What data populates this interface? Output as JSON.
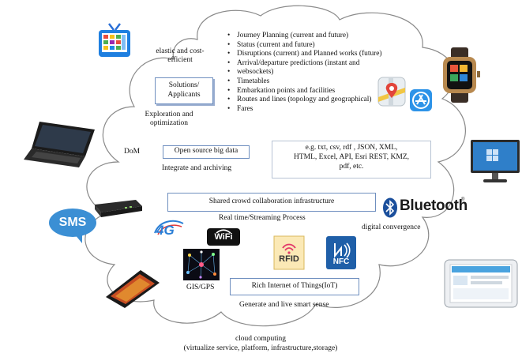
{
  "diagram": {
    "top": {
      "left_note": "elastic and cost-\nefficient",
      "solutions_box": "Solutions/\nApplicants",
      "exploration_note": "Exploration and\noptimization",
      "bullets": [
        "Journey Planning (current and future)",
        "Status (current and future)",
        "Disruptions (current) and Planned works (future)",
        "Arrival/departure predictions (instant and",
        "websockets)",
        "Timetables",
        "Embarkation points and facilities",
        "Routes and lines (topology and geographical)",
        "Fares"
      ]
    },
    "middle": {
      "dom_label": "DoM",
      "open_source_box": "Open source big data",
      "integrate_label": "Integrate and archiving",
      "formats_line1": "e.g.  txt, csv, rdf , JSON, XML,",
      "formats_line2": "HTML, Excel, API, Esri REST, KMZ,",
      "formats_line3": "pdf, etc."
    },
    "crowd": {
      "box": "Shared crowd collaboration  infrastructure",
      "realtime_label": "Real time/Streaming Process",
      "digital_label": "digital convergence"
    },
    "iot": {
      "gis_label": "GIS/GPS",
      "box": "Rich Internet of Things(IoT)",
      "generate_label": "Generate and live smart sense"
    },
    "footer": {
      "line1": "cloud computing",
      "line2": "(virtualize service, platform, infrastructure,storage)"
    },
    "icon_labels": {
      "sms": "SMS",
      "fourg": "4G",
      "wifi": "WiFi",
      "rfid": "RFID",
      "nfc": "NFC",
      "bluetooth": "Bluetooth"
    },
    "colors": {
      "box_border": "#6f8fbf",
      "cloud_stroke": "#8a8a8a",
      "sms_blue": "#3b8fd4",
      "nfc_blue": "#1f5fa8",
      "fourg_blue": "#2b7fd6",
      "rfid_pink": "#e23a6a"
    }
  }
}
